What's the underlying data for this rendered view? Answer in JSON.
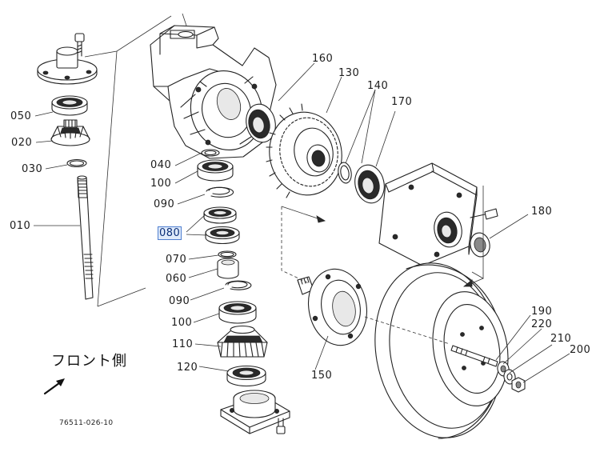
{
  "diagram": {
    "direction_label": "フロント側",
    "drawing_number": "76511-026-10",
    "callouts": [
      "160",
      "130",
      "140",
      "170",
      "050",
      "020",
      "030",
      "040",
      "100",
      "090",
      "080",
      "180",
      "010",
      "070",
      "060",
      "090",
      "100",
      "190",
      "220",
      "210",
      "200",
      "110",
      "120",
      "150"
    ],
    "selected_callout": "080",
    "colors": {
      "ink": "#222222",
      "selection_border": "#4f7fd0",
      "selection_fill": "#dfeafa"
    }
  }
}
